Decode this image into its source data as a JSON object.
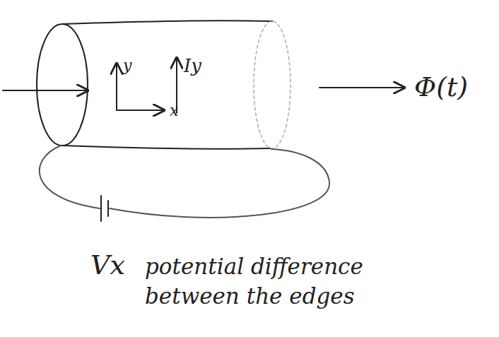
{
  "diagram": {
    "labels": [
      "Φ(t)",
      "y",
      "x",
      "Iy",
      "Vx",
      "potential difference between the edges"
    ]
  }
}
